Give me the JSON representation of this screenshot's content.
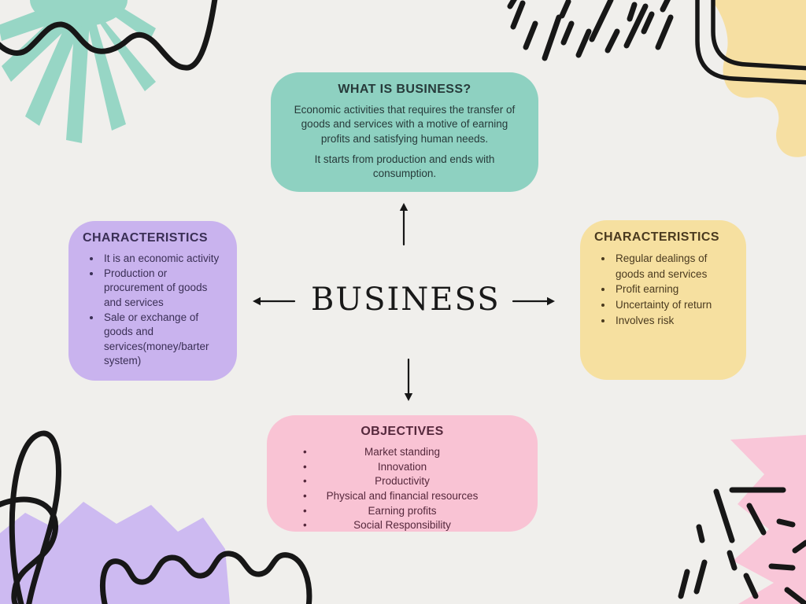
{
  "colors": {
    "background": "#f0efec",
    "ink": "#171717",
    "teal": "#8ed1c1",
    "teal_text": "#273a3a",
    "purple": "#c9b3ee",
    "purple_text": "#3a2f55",
    "yellow": "#f6e0a0",
    "yellow_text": "#4a3a1f",
    "pink": "#f9c3d4",
    "pink_text": "#55283c",
    "shape_teal": "#97d6c5",
    "shape_purple": "#cdbaf1",
    "shape_yellow": "#f6dfa2",
    "shape_pink": "#f9c6d8"
  },
  "central": {
    "title": "BUSINESS"
  },
  "nodes": {
    "definition": {
      "title": "WHAT IS BUSINESS?",
      "paragraphs": [
        "Economic activities that requires the transfer of goods and services with a motive of earning profits and satisfying human needs.",
        "It starts from production and ends with consumption."
      ]
    },
    "characteristics_left": {
      "title": "CHARACTERISTICS",
      "items": [
        "It is an economic activity",
        "Production or procurement of goods and services",
        "Sale or exchange of goods and services(money/barter system)"
      ]
    },
    "characteristics_right": {
      "title": "CHARACTERISTICS",
      "items": [
        "Regular dealings of goods and services",
        "Profit earning",
        "Uncertainty of return",
        "Involves risk"
      ]
    },
    "objectives": {
      "title": "OBJECTIVES",
      "items": [
        "Market standing",
        "Innovation",
        "Productivity",
        "Physical and financial resources",
        "Earning profits",
        "Social Responsibility"
      ]
    }
  }
}
